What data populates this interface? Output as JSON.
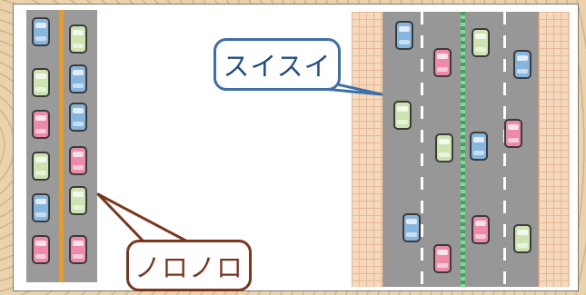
{
  "callouts": {
    "free_flow": "スイスイ",
    "congested": "ノロノロ"
  },
  "roads": {
    "left_lanes": 2,
    "right_lanes": 4
  },
  "colors": {
    "car_blue": "#86b5dd",
    "car_green": "#cde4b2",
    "car_pink": "#ec8aa8",
    "road": "#979797",
    "centerline": "#e59a2e",
    "median": "#3aa85a",
    "callout_blue": "#3d6fa8",
    "callout_brown": "#7a3720"
  }
}
